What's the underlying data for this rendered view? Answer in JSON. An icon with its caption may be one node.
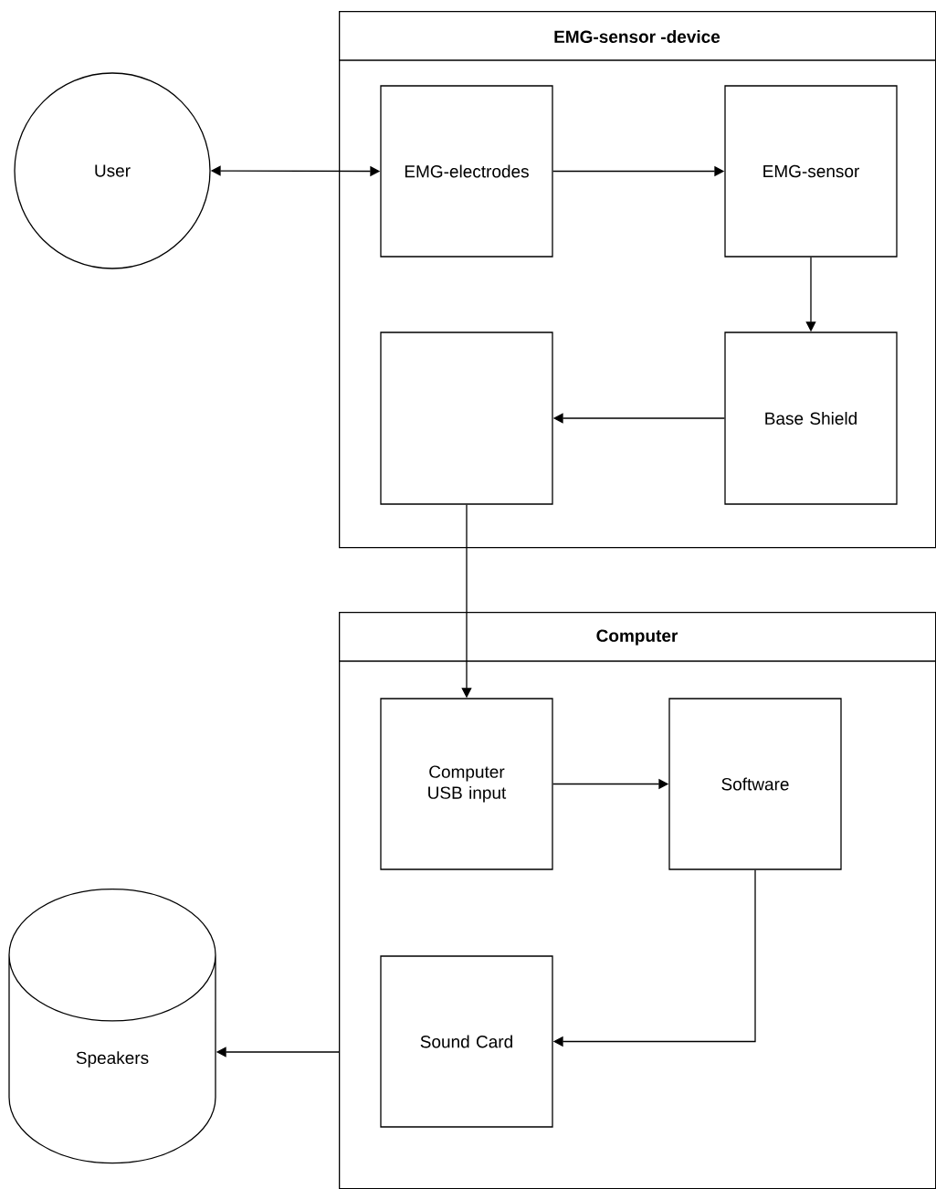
{
  "diagram": {
    "nodes": [
      {
        "text": [
          "User"
        ]
      },
      {
        "text": [
          "EMG-sensor -device"
        ]
      },
      {
        "text": [
          "EMG-electrodes"
        ],
        "in": 1
      },
      {
        "text": [
          "EMG-sensor"
        ],
        "in": 1
      },
      {
        "text": [],
        "shape": "box",
        "in": 1
      },
      {
        "text": [
          "Base Shield"
        ],
        "in": 1
      },
      {
        "text": [
          "Computer"
        ]
      },
      {
        "text": [
          "Computer USB input"
        ],
        "in": 6
      },
      {
        "text": [
          "Software"
        ],
        "in": 6
      },
      {
        "text": [
          "Sound Card"
        ],
        "in": 6
      },
      {
        "text": [
          "Speakers"
        ]
      }
    ],
    "edges": [
      {
        "from": 0,
        "to": 2,
        "arrow": "both"
      },
      {
        "from": 2,
        "to": 3,
        "arrow": "to"
      },
      {
        "from": 3,
        "to": 5,
        "arrow": "to"
      },
      {
        "from": 5,
        "to": 4,
        "arrow": "to"
      },
      {
        "from": 4,
        "to": 7,
        "arrow": "to"
      },
      {
        "from": 7,
        "to": 8,
        "arrow": "to"
      },
      {
        "from": 8,
        "to": 9,
        "arrow": "to"
      },
      {
        "from": 6,
        "to": 10,
        "arrow": "to"
      }
    ]
  }
}
